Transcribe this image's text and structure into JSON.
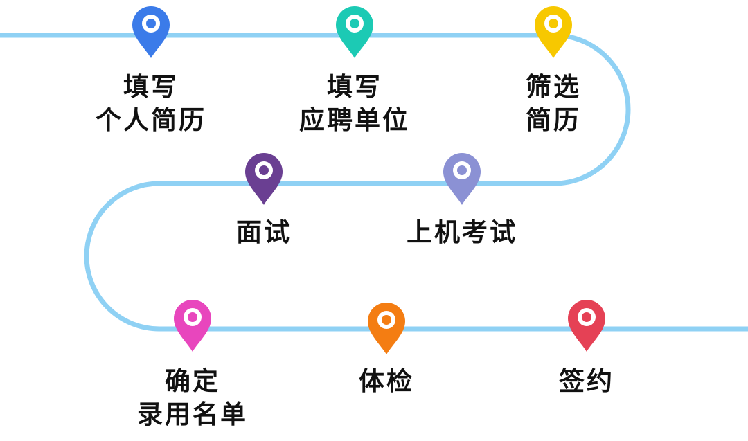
{
  "path_color": "#8fd1f4",
  "steps": [
    {
      "id": "step-1",
      "lines": [
        "填写",
        "个人简历"
      ],
      "color": "#3b7be9",
      "icon": "map-pin-icon"
    },
    {
      "id": "step-2",
      "lines": [
        "填写",
        "应聘单位"
      ],
      "color": "#1ccab4",
      "icon": "map-pin-icon"
    },
    {
      "id": "step-3",
      "lines": [
        "筛选",
        "简历"
      ],
      "color": "#f7c800",
      "icon": "map-pin-icon"
    },
    {
      "id": "step-4",
      "lines": [
        "上机考试"
      ],
      "color": "#8b91d4",
      "icon": "map-pin-icon"
    },
    {
      "id": "step-5",
      "lines": [
        "面试"
      ],
      "color": "#6a3f92",
      "icon": "map-pin-icon"
    },
    {
      "id": "step-6",
      "lines": [
        "确定",
        "录用名单"
      ],
      "color": "#e846bd",
      "icon": "map-pin-icon"
    },
    {
      "id": "step-7",
      "lines": [
        "体检"
      ],
      "color": "#f47d12",
      "icon": "map-pin-icon"
    },
    {
      "id": "step-8",
      "lines": [
        "签约"
      ],
      "color": "#e54155",
      "icon": "map-pin-icon"
    }
  ]
}
